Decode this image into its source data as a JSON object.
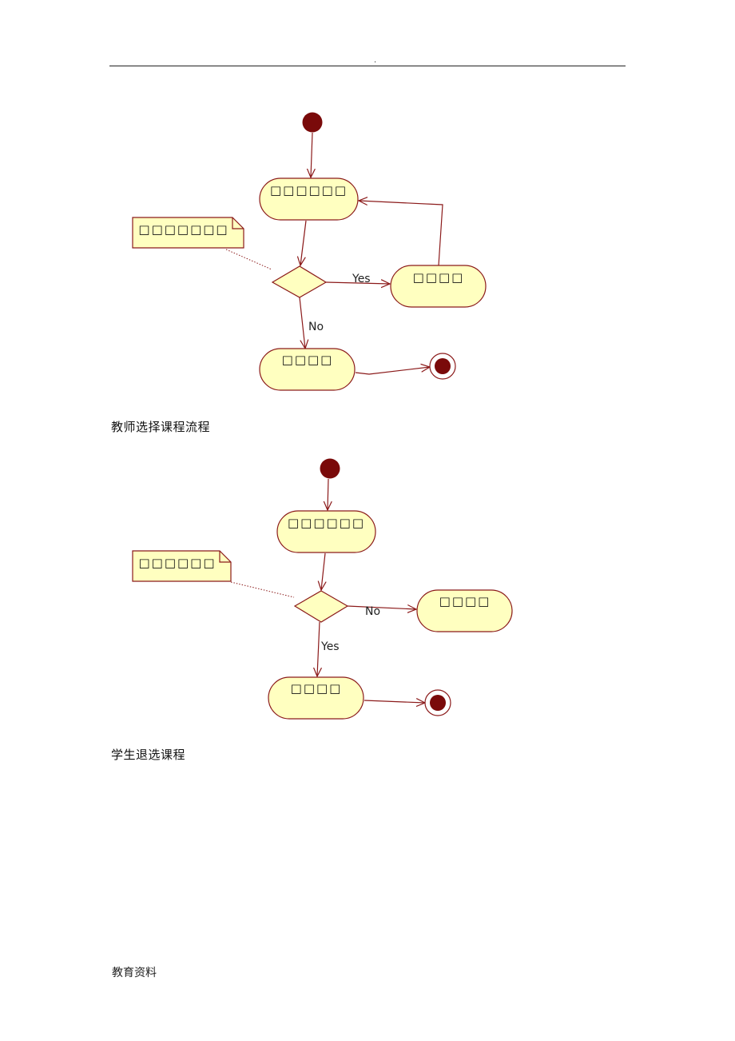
{
  "page": {
    "header_mark": ".",
    "footer": "教育资料"
  },
  "diagram1": {
    "caption": "教师选择课程流程",
    "start_action": "□□□□□□",
    "note": "□□□□□□□",
    "yes_label": "Yes",
    "no_label": "No",
    "yes_action": "□□□□",
    "no_action": "□□□□"
  },
  "diagram2": {
    "caption": "学生退选课程",
    "start_action": "□□□□□□",
    "note": "□□□□□□",
    "no_label": "No",
    "yes_label": "Yes",
    "no_action": "□□□□",
    "yes_action": "□□□□"
  },
  "colors": {
    "node_fill": "#ffffc0",
    "stroke": "#8b1a1a",
    "initial_node": "#7a0a0a"
  }
}
